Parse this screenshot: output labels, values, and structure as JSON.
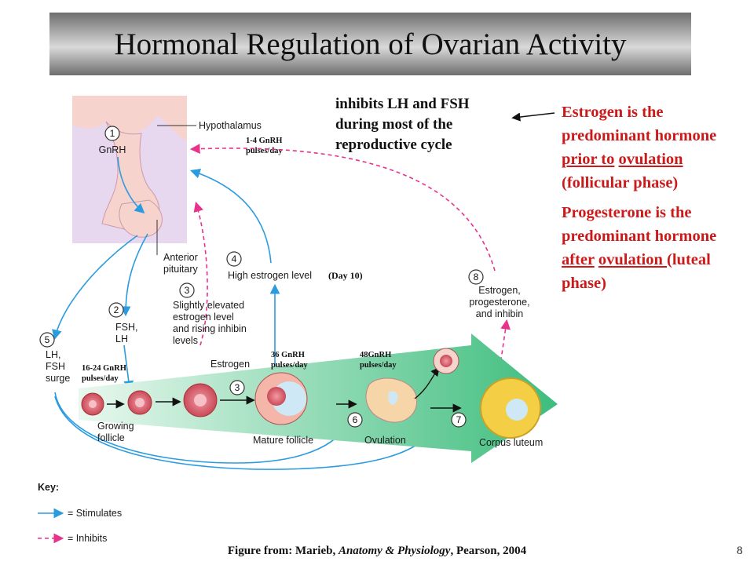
{
  "title": "Hormonal Regulation of Ovarian Activity",
  "inhibit_note": "inhibits LH and FSH during most of the reproductive cycle",
  "side_notes": {
    "estrogen": {
      "pre": "Estrogen is the predominant hormone ",
      "underlined_1": "prior to",
      "space": " ",
      "underlined_2": "ovulation",
      "post": " (follicular phase)"
    },
    "progesterone": {
      "pre": "Progesterone is the predominant hormone ",
      "underlined_1": "after",
      "space": " ",
      "underlined_2": "ovulation ",
      "post": "(luteal phase)"
    }
  },
  "diagram": {
    "hypothalamus": "Hypothalamus",
    "gnrh": "GnRH",
    "anterior_pituitary_1": "Anterior",
    "anterior_pituitary_2": "pituitary",
    "steps": [
      "1",
      "2",
      "3",
      "4",
      "5",
      "6",
      "7",
      "8",
      "3"
    ],
    "fsh_lh_1": "FSH,",
    "fsh_lh_2": "LH",
    "lh_fsh_surge_1": "LH,",
    "lh_fsh_surge_2": "FSH",
    "lh_fsh_surge_3": "surge",
    "slightly_1": "Slightly elevated",
    "slightly_2": "estrogen level",
    "slightly_3": "and rising inhibin",
    "slightly_4": "levels",
    "high_estrogen": "High estrogen level",
    "day10": "(Day 10)",
    "estrogen": "Estrogen",
    "e8_1": "Estrogen,",
    "e8_2": "progesterone,",
    "e8_3": "and inhibin",
    "growing_1": "Growing",
    "growing_2": "follicle",
    "mature": "Mature follicle",
    "ovulation": "Ovulation",
    "corpus": "Corpus luteum",
    "pulses_1_4_a": "1-4 GnRH",
    "pulses_1_4_b": "pulses/day",
    "pulses_16_24_a": "16-24 GnRH",
    "pulses_16_24_b": "pulses/day",
    "pulses_36_a": "36 GnRH",
    "pulses_36_b": "pulses/day",
    "pulses_48_a": "48GnRH",
    "pulses_48_b": "pulses/day",
    "key_title": "Key:",
    "key_stimulates": "= Stimulates",
    "key_inhibits": "= Inhibits",
    "colors": {
      "stimulate": "#2b9be0",
      "inhibit": "#e8328c",
      "brain_pink": "#f6d3cd",
      "brain_lilac": "#e8d8ef",
      "ovary_green": "#4fc38a"
    }
  },
  "caption": {
    "pre": "Figure from: Marieb, ",
    "italic": "Anatomy & Physiology",
    "post": ", Pearson, 2004"
  },
  "slide_number": "8"
}
